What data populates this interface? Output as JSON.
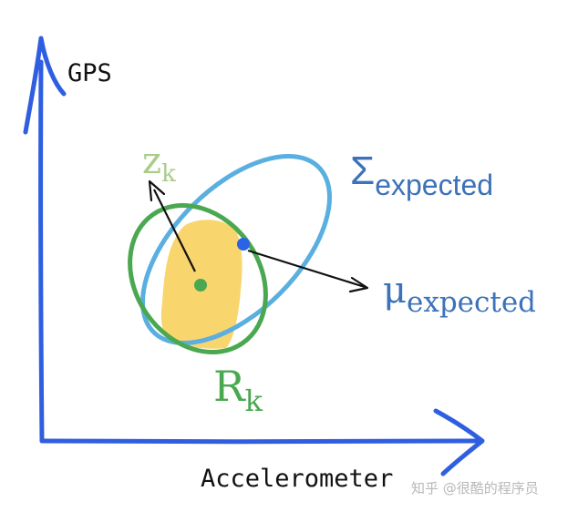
{
  "axes": {
    "y_label": "GPS",
    "x_label": "Accelerometer"
  },
  "symbols": {
    "z_base": "z",
    "z_sub": "k",
    "sigma_base": "Σ",
    "sigma_sub": "expected",
    "mu_base": "μ",
    "mu_sub": "expected",
    "r_base": "R",
    "r_sub": "k"
  },
  "watermark": "知乎 @很酷的程序员",
  "colors": {
    "axis": "#2f5fe0",
    "expected_ellipse": "#5aafe0",
    "measurement_ellipse": "#4aa850",
    "overlap_blob": "#f9d56e",
    "z_label": "#a9cc8a",
    "sigma_label": "#3c72b8",
    "mu_label": "#3c72b8",
    "r_label": "#4aa850",
    "mean_dot": "#2a62e8",
    "center_dot": "#4aa850",
    "arrow": "#111111"
  },
  "icons": {
    "axis_arrowhead": "chevron-icon",
    "pointer_arrowhead": "arrowhead-icon"
  }
}
